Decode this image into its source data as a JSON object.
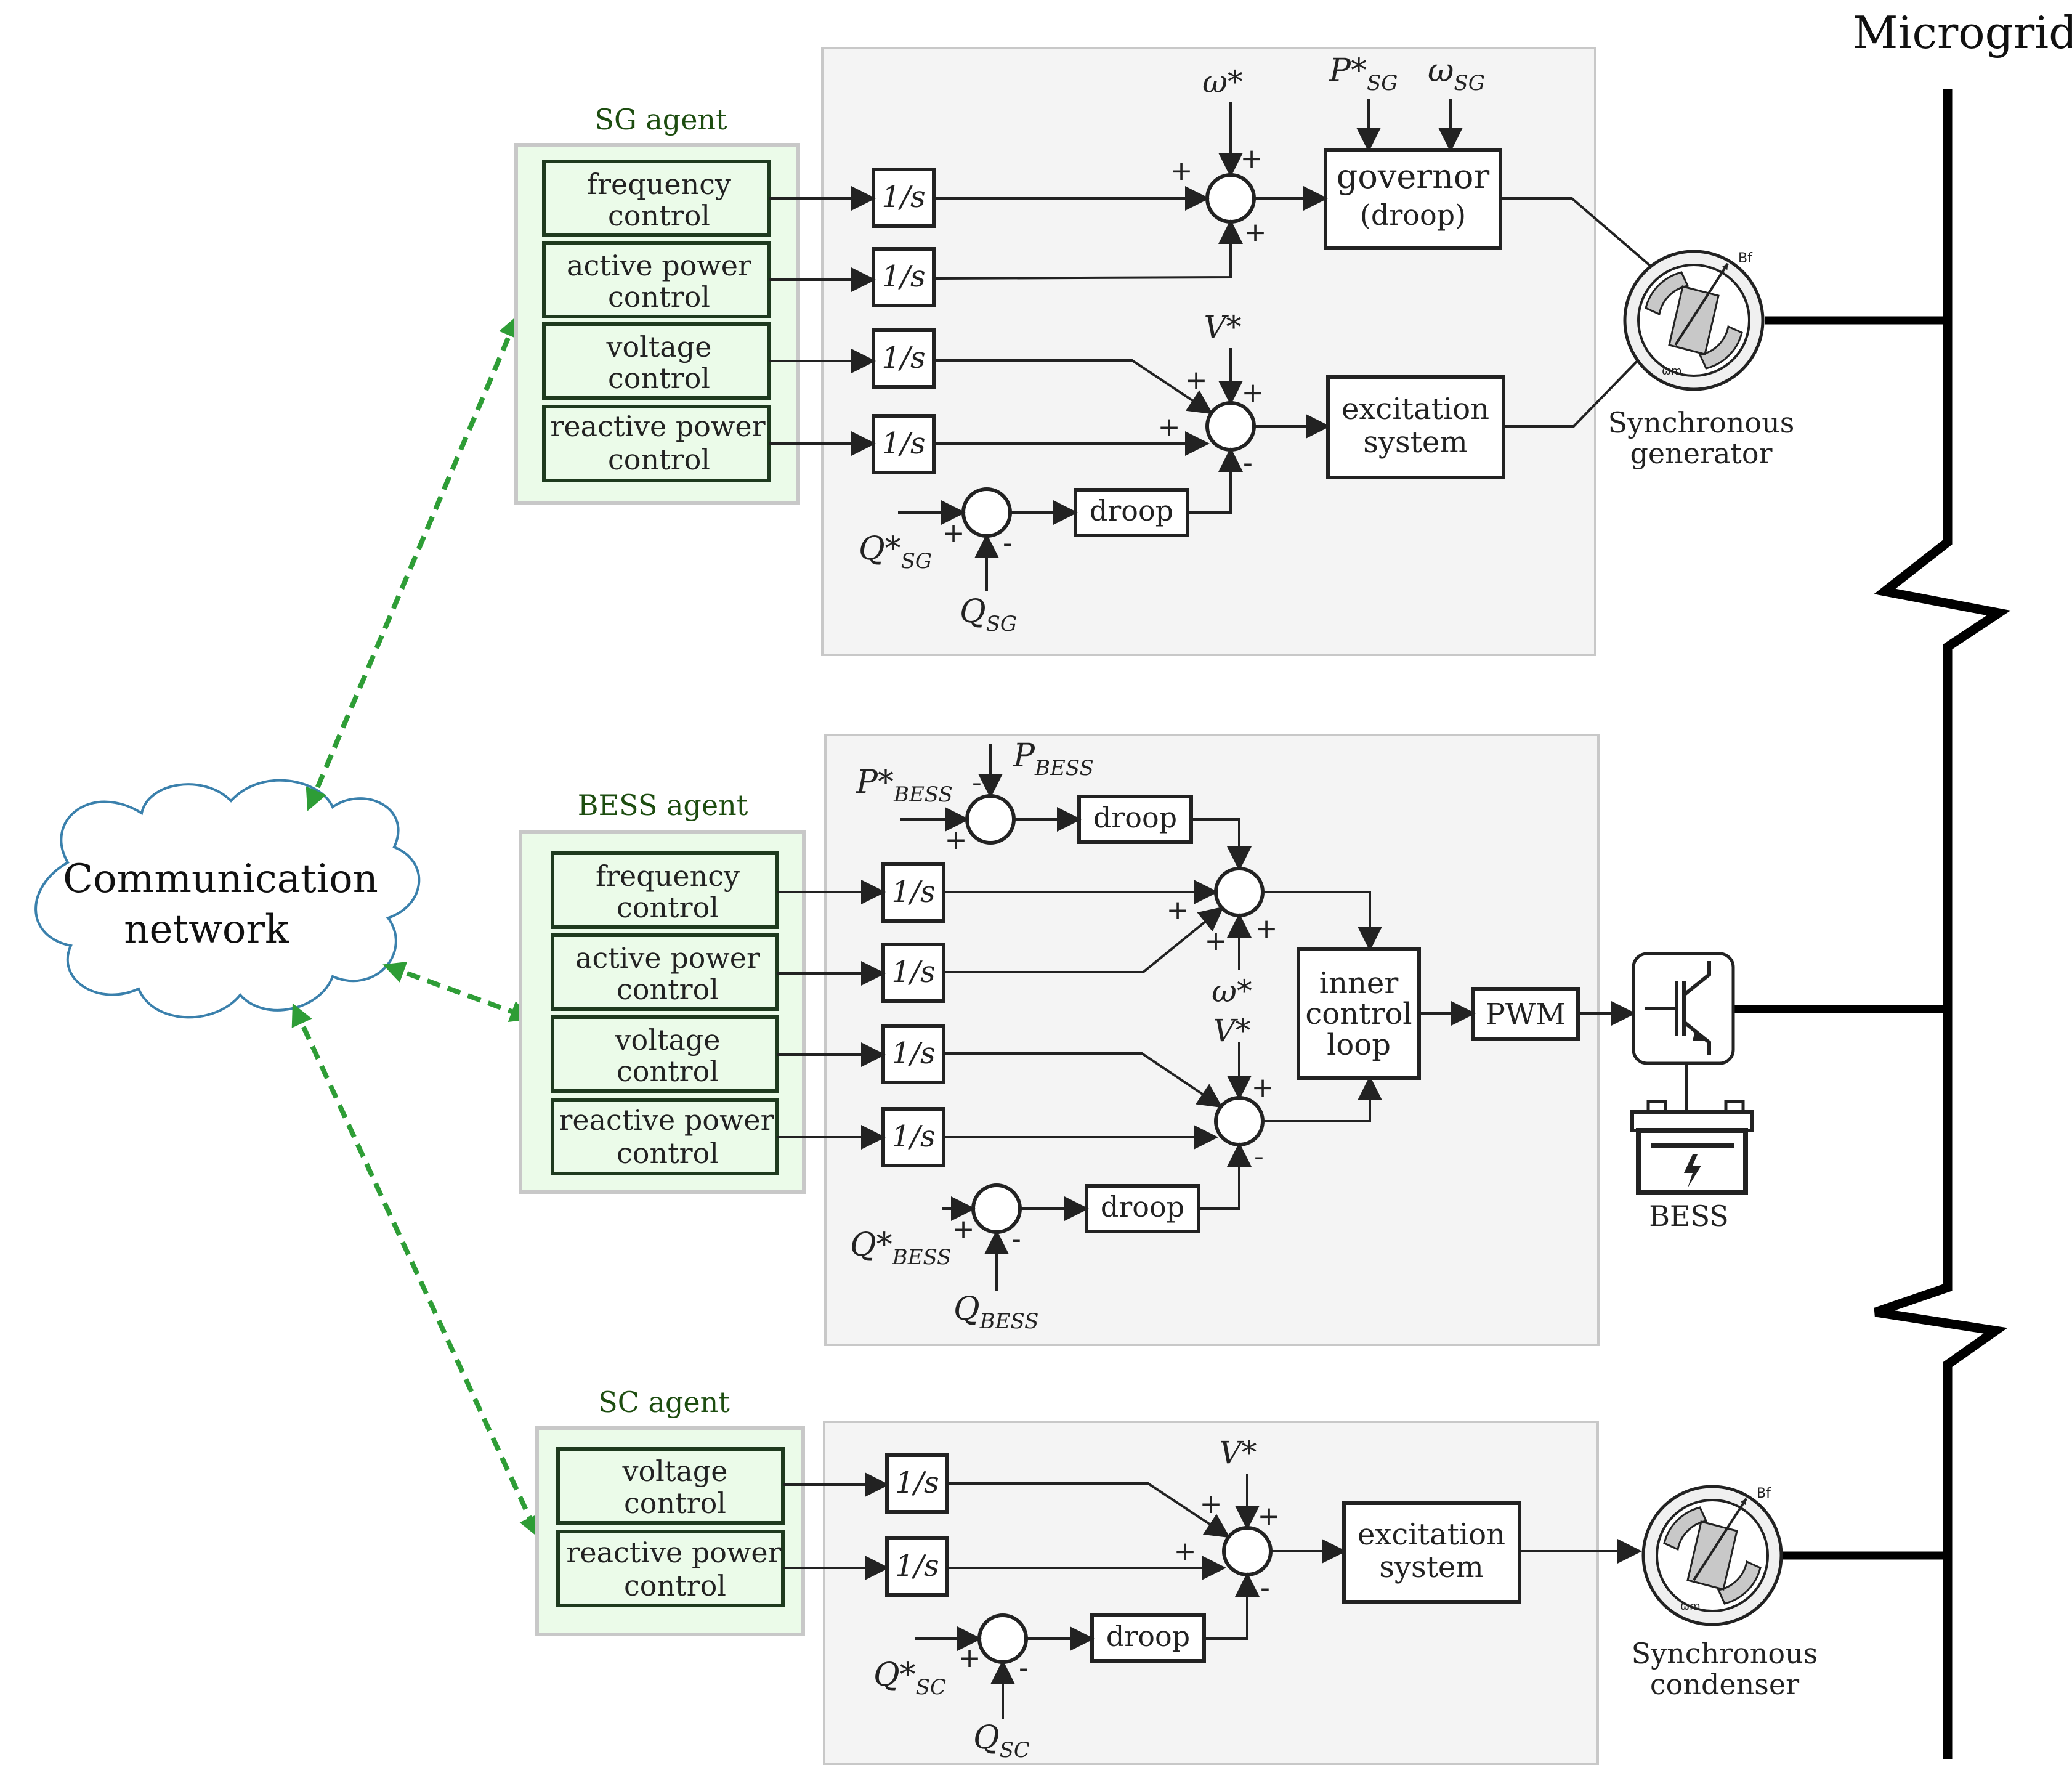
{
  "microgrid_label": "Microgrid",
  "communication_network": {
    "line1": "Communication",
    "line2": "network"
  },
  "colors": {
    "agent_fill": "#ebfbe9",
    "agent_border": "#c8c8c8",
    "panel_fill": "#f4f4f4",
    "panel_border": "#c8c8c8",
    "agent_title": "#1d4d10",
    "comm_link": "#2e9d36",
    "cloud_stroke": "#3a80ac",
    "ink": "#222222"
  },
  "sg": {
    "agent_title": "SG agent",
    "blocks": [
      {
        "line1": "frequency",
        "line2": "control"
      },
      {
        "line1": "active power",
        "line2": "control"
      },
      {
        "line1": "voltage",
        "line2": "control"
      },
      {
        "line1": "reactive power",
        "line2": "control"
      }
    ],
    "integrator": "1/s",
    "omega_ref": "ω*",
    "p_ref_base": "P*",
    "p_ref_sub": "SG",
    "omega_base": "ω",
    "omega_sub": "SG",
    "governor_line1": "governor",
    "governor_line2": "(droop)",
    "v_ref": "V*",
    "excitation_line1": "excitation",
    "excitation_line2": "system",
    "droop": "droop",
    "q_ref_base": "Q*",
    "q_ref_sub": "SG",
    "q_base": "Q",
    "q_sub": "SG",
    "machine_line1": "Synchronous",
    "machine_line2": "generator"
  },
  "bess": {
    "agent_title": "BESS agent",
    "blocks": [
      {
        "line1": "frequency",
        "line2": "control"
      },
      {
        "line1": "active power",
        "line2": "control"
      },
      {
        "line1": "voltage",
        "line2": "control"
      },
      {
        "line1": "reactive power",
        "line2": "control"
      }
    ],
    "integrator": "1/s",
    "p_ref_base": "P*",
    "p_ref_sub": "BESS",
    "p_base": "P",
    "p_sub": "BESS",
    "droop": "droop",
    "omega_ref": "ω*",
    "v_ref": "V*",
    "inner_line1": "inner",
    "inner_line2": "control",
    "inner_line3": "loop",
    "pwm": "PWM",
    "q_ref_base": "Q*",
    "q_ref_sub": "BESS",
    "q_base": "Q",
    "q_sub": "BESS",
    "battery_label": "BESS"
  },
  "sc": {
    "agent_title": "SC agent",
    "blocks": [
      {
        "line1": "voltage",
        "line2": "control"
      },
      {
        "line1": "reactive power",
        "line2": "control"
      }
    ],
    "integrator": "1/s",
    "v_ref": "V*",
    "excitation_line1": "excitation",
    "excitation_line2": "system",
    "droop": "droop",
    "q_ref_base": "Q*",
    "q_ref_sub": "SC",
    "q_base": "Q",
    "q_sub": "SC",
    "machine_line1": "Synchronous",
    "machine_line2": "condenser"
  },
  "signs": {
    "plus": "+",
    "minus": "-"
  },
  "machine_icon": {
    "field_label": "Bf",
    "speed_label": "ωm"
  }
}
